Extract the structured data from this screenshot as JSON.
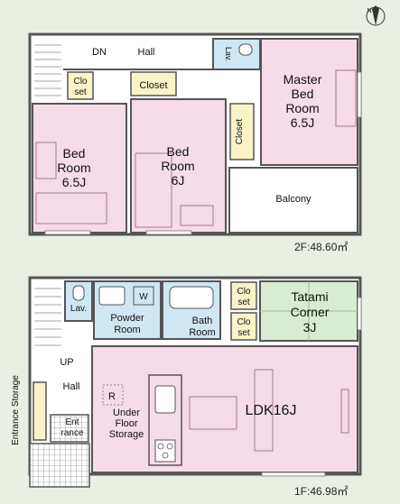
{
  "colors": {
    "background": "#e9efe3",
    "wall": "#555555",
    "room_pink": "#f6dbe8",
    "wet_blue": "#cfe6f3",
    "tatami_green": "#d9ecd3",
    "closet_yellow": "#fbf3c8",
    "floor_white": "#ffffff"
  },
  "compass": {
    "label": "N"
  },
  "floor2": {
    "area_label": "2F:48.60㎡",
    "dn_label": "DN",
    "hall_label": "Hall",
    "lav_label": "Lav.",
    "closet_small_label": [
      "Clo",
      "set"
    ],
    "closet_mid_label": "Closet",
    "closet_vert_label": "Closet",
    "master_bedroom": [
      "Master",
      "Bed",
      "Room",
      "6.5J"
    ],
    "bedroom_left": [
      "Bed",
      "Room",
      "6.5J"
    ],
    "bedroom_center": [
      "Bed",
      "Room",
      "6J"
    ],
    "balcony_label": "Balcony"
  },
  "floor1": {
    "area_label": "1F:46.98㎡",
    "lav_label": "Lav.",
    "w_label": "W",
    "powder_room": [
      "Powder",
      "Room"
    ],
    "bath_room": [
      "Bath",
      "Room"
    ],
    "closet_a": [
      "Clo",
      "set"
    ],
    "closet_b": [
      "Clo",
      "set"
    ],
    "tatami_corner": [
      "Tatami",
      "Corner",
      "3J"
    ],
    "up_label": "UP",
    "hall_label": "Hall",
    "r_label": "R",
    "under_floor": [
      "Under",
      "Floor",
      "Storage"
    ],
    "ldk_label": "LDK16J",
    "entrance": [
      "Ent",
      "rance"
    ],
    "entrance_storage": "Entrance Storage"
  }
}
